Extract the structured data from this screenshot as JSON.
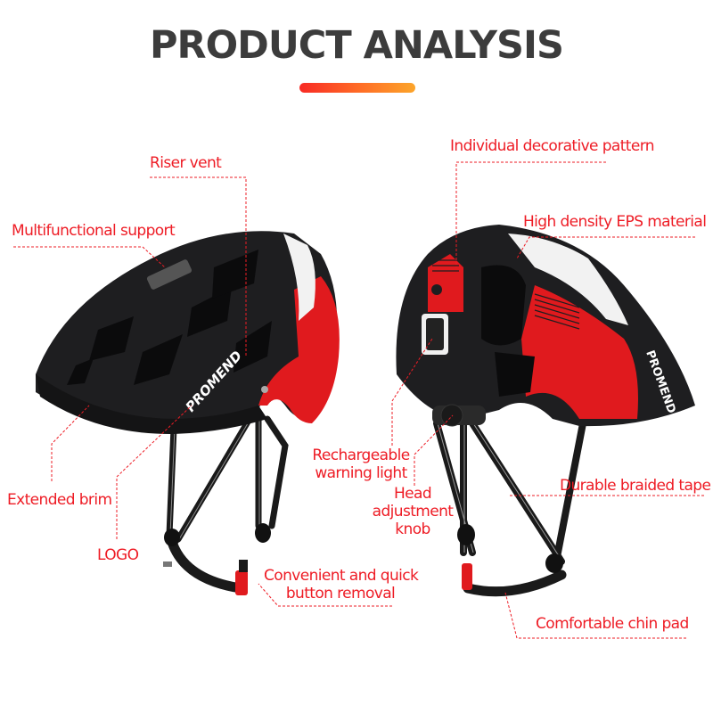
{
  "header": {
    "title": "PRODUCT ANALYSIS",
    "accent_gradient": [
      "#f82a24",
      "#fca52a"
    ]
  },
  "colors": {
    "label_red": "#ee1c25",
    "helmet_black": "#1e1e20",
    "helmet_red": "#e01a1e",
    "helmet_white": "#f2f2f2"
  },
  "front_helmet": {
    "brand_logo": "PROMEND",
    "labels": {
      "riser_vent": "Riser vent",
      "multifunctional_support": "Multifunctional support",
      "extended_brim": "Extended brim",
      "logo": "LOGO",
      "button_removal_line1": "Convenient and quick",
      "button_removal_line2": "button removal"
    }
  },
  "rear_helmet": {
    "brand_logo": "PROMEND",
    "labels": {
      "decorative_pattern": "Individual decorative pattern",
      "eps_material": "High density EPS material",
      "warning_light_line1": "Rechargeable",
      "warning_light_line2": "warning light",
      "knob_line1": "Head",
      "knob_line2": "adjustment",
      "knob_line3": "knob",
      "braided_tape": "Durable braided tape",
      "chin_pad": "Comfortable chin pad"
    }
  }
}
